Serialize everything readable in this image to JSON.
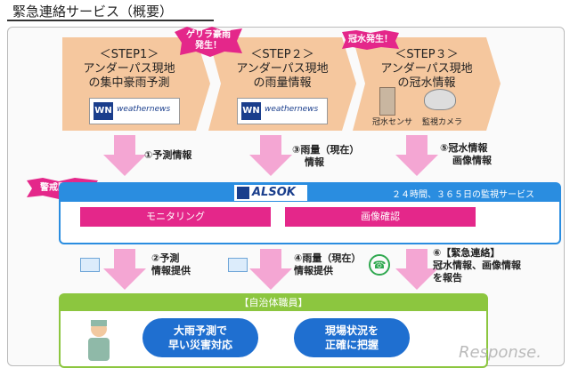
{
  "title": "緊急連絡サービス（概要）",
  "steps": [
    {
      "line1": "＜STEP1＞",
      "line2": "アンダーパス現地",
      "line3": "の集中豪雨予測",
      "brand": "weathernews",
      "mark": "WN"
    },
    {
      "line1": "＜STEP２＞",
      "line2": "アンダーパス現地",
      "line3": "の雨量情報",
      "brand": "weathernews",
      "mark": "WN"
    },
    {
      "line1": "＜STEP３＞",
      "line2": "アンダーパス現地",
      "line3": "の冠水情報",
      "sensor_label": "冠水センサ",
      "camera_label": "監視カメラ"
    }
  ],
  "bursts": {
    "guerrilla": [
      "ゲリラ豪雨",
      "発生！"
    ],
    "flood": "冠水発生！",
    "alert": "警戒開始！"
  },
  "flow_labels": {
    "a1": "①予測情報",
    "a3": [
      "③雨量（現在）",
      "情報"
    ],
    "a5": [
      "⑤冠水情報",
      "画像情報"
    ],
    "b2": [
      "②予測",
      "情報提供"
    ],
    "b4": [
      "④雨量（現在）",
      "情報提供"
    ],
    "b6": [
      "⑥【緊急連絡】",
      "冠水情報、画像情報",
      "を報告"
    ]
  },
  "alsok": {
    "logo": "ALSOK",
    "tagline": "２４時間、３６５日の監視サービス",
    "monitoring": "モニタリング",
    "image_check": "画像確認"
  },
  "gov": {
    "header": "【自治体職員】",
    "oval1": [
      "大雨予測で",
      "早い災害対応"
    ],
    "oval2": [
      "現場状況を",
      "正確に把握"
    ]
  },
  "watermark": "Response."
}
